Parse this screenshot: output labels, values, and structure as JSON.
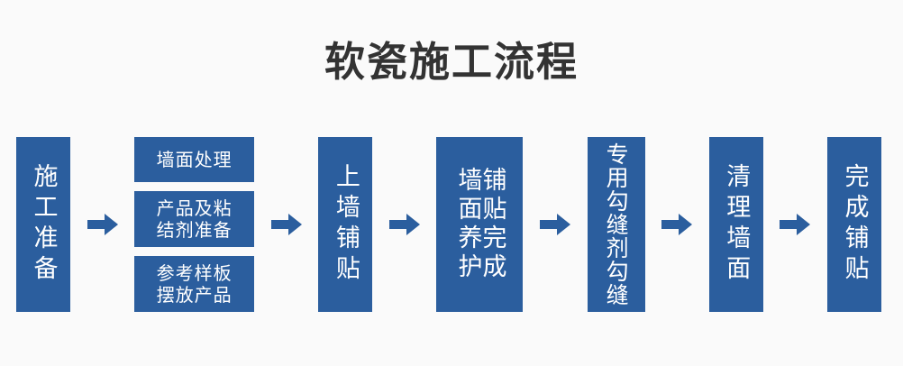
{
  "title": "软瓷施工流程",
  "colors": {
    "box_fill": "#2b5e9e",
    "box_text": "#ffffff",
    "arrow": "#2b5e9e",
    "title_text": "#333333",
    "background": "#fafafa"
  },
  "flow": {
    "arrow_icon": "right-arrow-icon",
    "stages": [
      {
        "id": "stage-1",
        "type": "single",
        "columns": [
          "施工准备"
        ]
      },
      {
        "id": "stage-2",
        "type": "stack",
        "items": [
          {
            "id": "stage-2-item-1",
            "lines": [
              "墙面处理"
            ]
          },
          {
            "id": "stage-2-item-2",
            "lines": [
              "产品及粘",
              "结剂准备"
            ]
          },
          {
            "id": "stage-2-item-3",
            "lines": [
              "参考样板",
              "摆放产品"
            ]
          }
        ]
      },
      {
        "id": "stage-3",
        "type": "single",
        "columns": [
          "上墙铺贴"
        ]
      },
      {
        "id": "stage-4",
        "type": "single",
        "columns": [
          "铺贴完成",
          "墙面养护"
        ]
      },
      {
        "id": "stage-5",
        "type": "single",
        "columns": [
          "专用勾缝剂勾缝"
        ]
      },
      {
        "id": "stage-6",
        "type": "single",
        "columns": [
          "清理墙面"
        ]
      },
      {
        "id": "stage-7",
        "type": "single",
        "columns": [
          "完成铺贴"
        ]
      }
    ]
  }
}
